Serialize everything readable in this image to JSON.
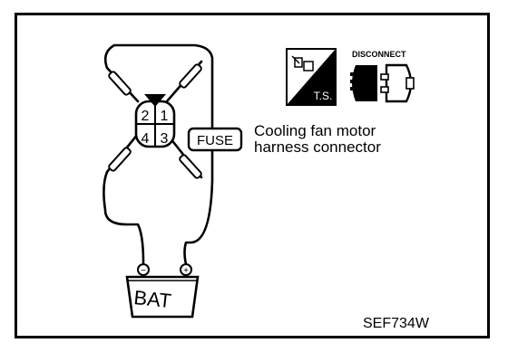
{
  "connector": {
    "label_line1": "Cooling fan motor",
    "label_line2": "harness connector",
    "terminals": [
      "2",
      "1",
      "4",
      "3"
    ]
  },
  "fuse": {
    "label": "FUSE"
  },
  "battery": {
    "label": "BAT",
    "neg_terminal": "−",
    "pos_terminal": "+"
  },
  "icons": {
    "ts_label": "T.S.",
    "disconnect_label": "DISCONNECT"
  },
  "figure_code": "SEF734W",
  "colors": {
    "ink": "#000000",
    "paper": "#ffffff"
  }
}
